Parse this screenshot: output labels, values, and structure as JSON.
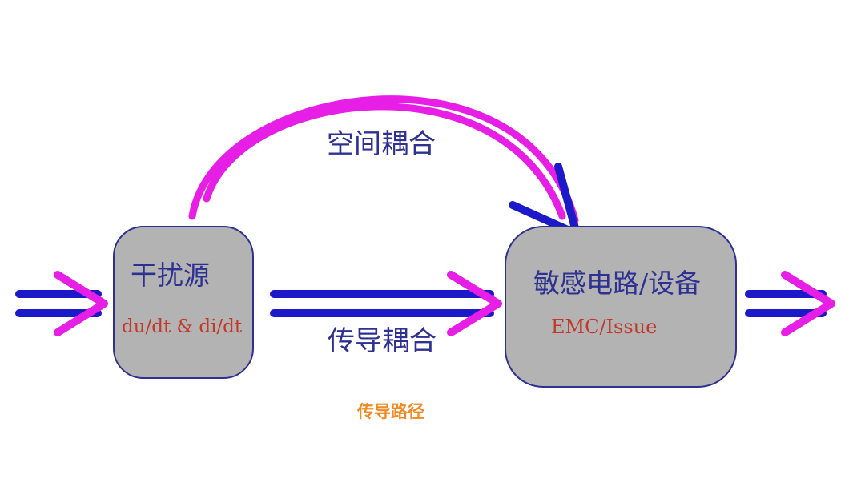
{
  "colors": {
    "arrow_primary": "#1c1ac8",
    "arrow_accent": "#e61ee6",
    "box_fill": "#b3b3b3",
    "box_border": "#2e3192",
    "text_dark": "#2e3192",
    "text_red": "#c0392b",
    "caption": "#f08a24"
  },
  "diagram": {
    "source": {
      "title": "干扰源",
      "subtitle": "du/dt & di/dt"
    },
    "victim": {
      "title": "敏感电路/设备",
      "subtitle": "EMC/Issue"
    },
    "paths": {
      "space": "空间耦合",
      "conduction": "传导耦合"
    },
    "caption": "传导路径"
  }
}
